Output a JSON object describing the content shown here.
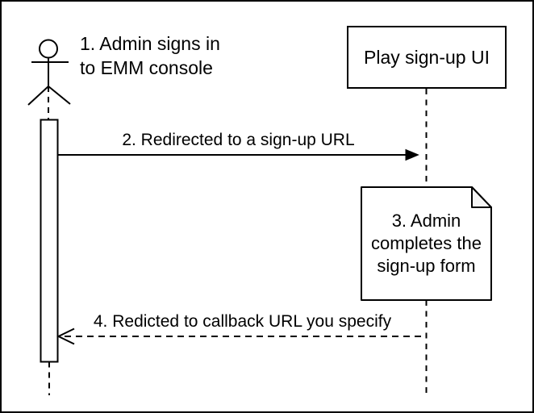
{
  "diagram": {
    "title_hint": "EMM sign-up sequence diagram",
    "actor": {
      "step_label": "1. Admin signs in\nto EMM console"
    },
    "participant": {
      "label": "Play sign-up UI"
    },
    "messages": [
      {
        "label": "2. Redirected to a sign-up URL",
        "style": "solid-filled-arrow"
      },
      {
        "label": "4. Redicted to callback URL you specify",
        "style": "dashed-open-arrow"
      }
    ],
    "note": {
      "label": "3. Admin\ncompletes the\nsign-up form"
    },
    "icons": {
      "actor": "stick-figure-actor-icon",
      "note": "document-folded-corner-icon"
    },
    "colors": {
      "background": "#ffffff",
      "stroke": "#000000",
      "note_fill": "#ffffff",
      "note_fold": "#f5f5f5"
    }
  }
}
